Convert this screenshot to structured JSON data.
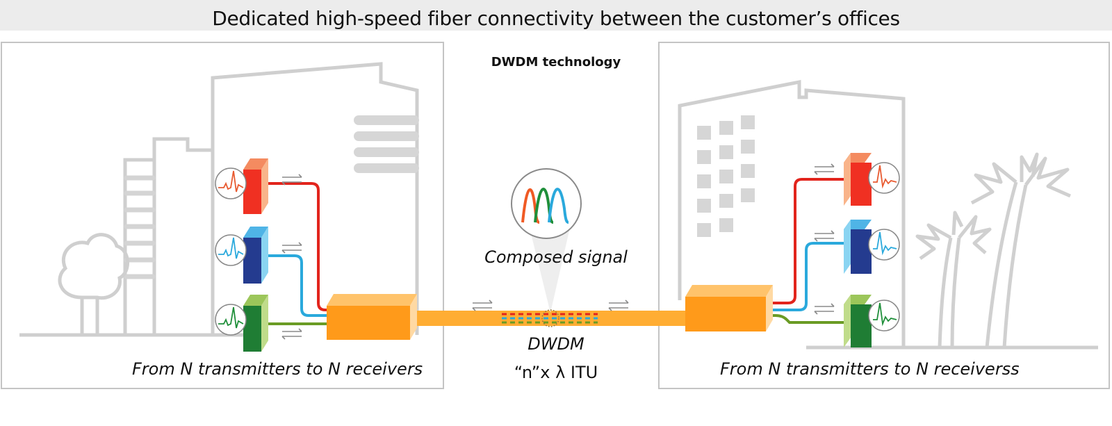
{
  "header": {
    "title": "Dedicated high-speed fiber connectivity between the customer’s offices",
    "subtitle": "DWDM technology"
  },
  "labels": {
    "left_caption": "From N transmitters to N receivers",
    "right_caption": "From N transmitters to N receiverss",
    "composed_signal": "Composed signal",
    "dwdm": "DWDM",
    "itu": "“n”x  λ ITU"
  },
  "colors": {
    "background_building": "#cfcfcf",
    "fiber_trunk": "#ffad33",
    "mux_box": "#ff9a1a",
    "channel_red": "#e2241c",
    "channel_blue": "#2aa9dc",
    "channel_green": "#6a9b24",
    "tx_red_front": "#f03022",
    "tx_blue_front": "#243b8f",
    "tx_green_front": "#1f7d34"
  },
  "icons": [
    "building-icon",
    "tree-icon",
    "palm-tree-icon",
    "bidirectional-arrow-icon",
    "waveform-icon"
  ]
}
